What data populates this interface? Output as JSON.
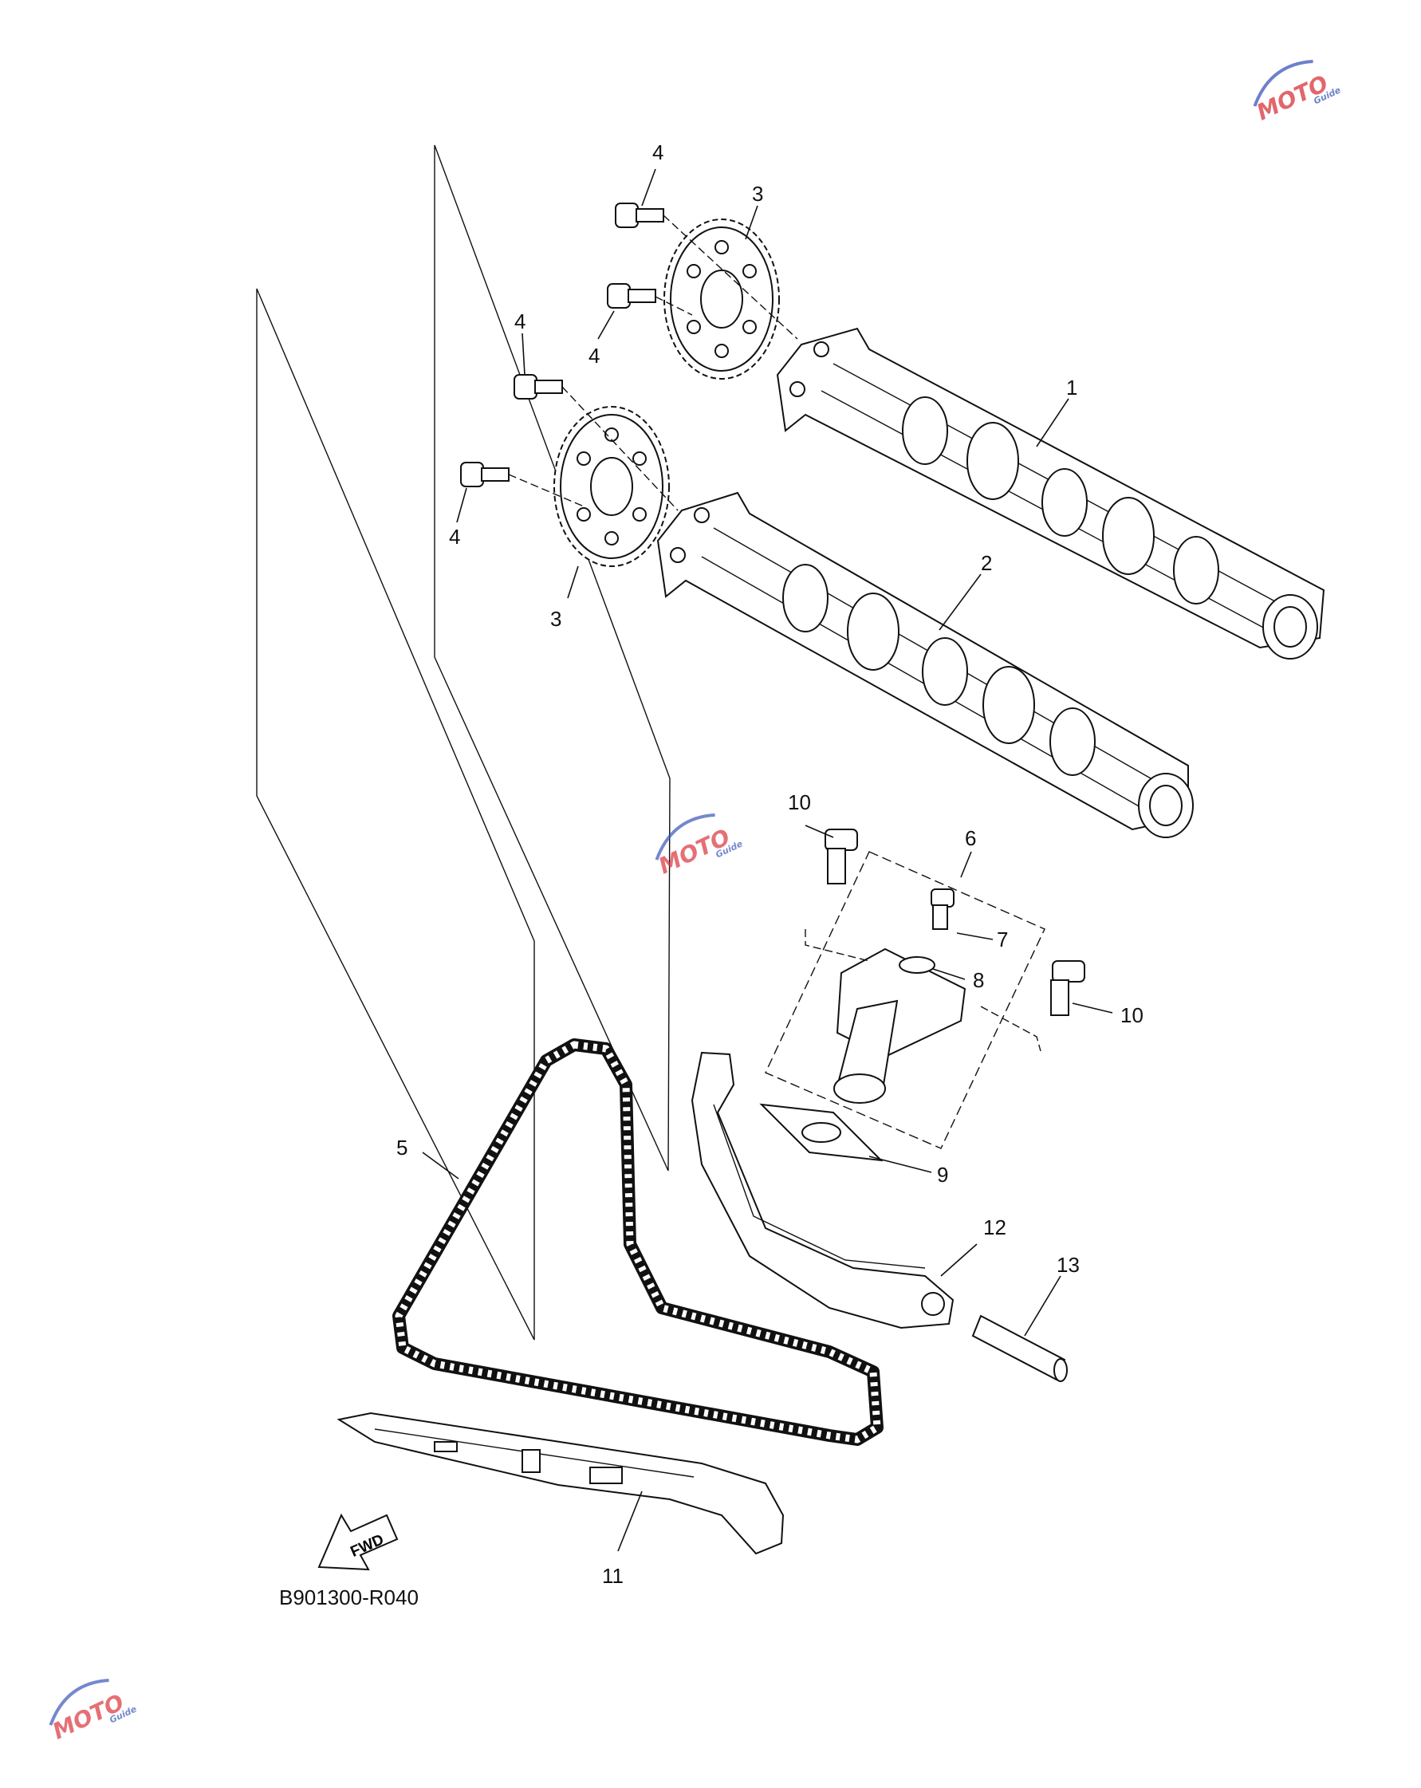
{
  "diagram": {
    "reference_code": "B901300-R040",
    "fwd_label": "FWD",
    "callouts": {
      "c1": "1",
      "c2": "2",
      "c3a": "3",
      "c3b": "3",
      "c4a": "4",
      "c4b": "4",
      "c4c": "4",
      "c4d": "4",
      "c5": "5",
      "c6": "6",
      "c7": "7",
      "c8": "8",
      "c9": "9",
      "c10a": "10",
      "c10b": "10",
      "c11": "11",
      "c12": "12",
      "c13": "13"
    },
    "watermark": {
      "brand": "MOTO",
      "sub": "Guide",
      "color_red": "#d9343b",
      "color_blue": "#3b57b8"
    }
  }
}
